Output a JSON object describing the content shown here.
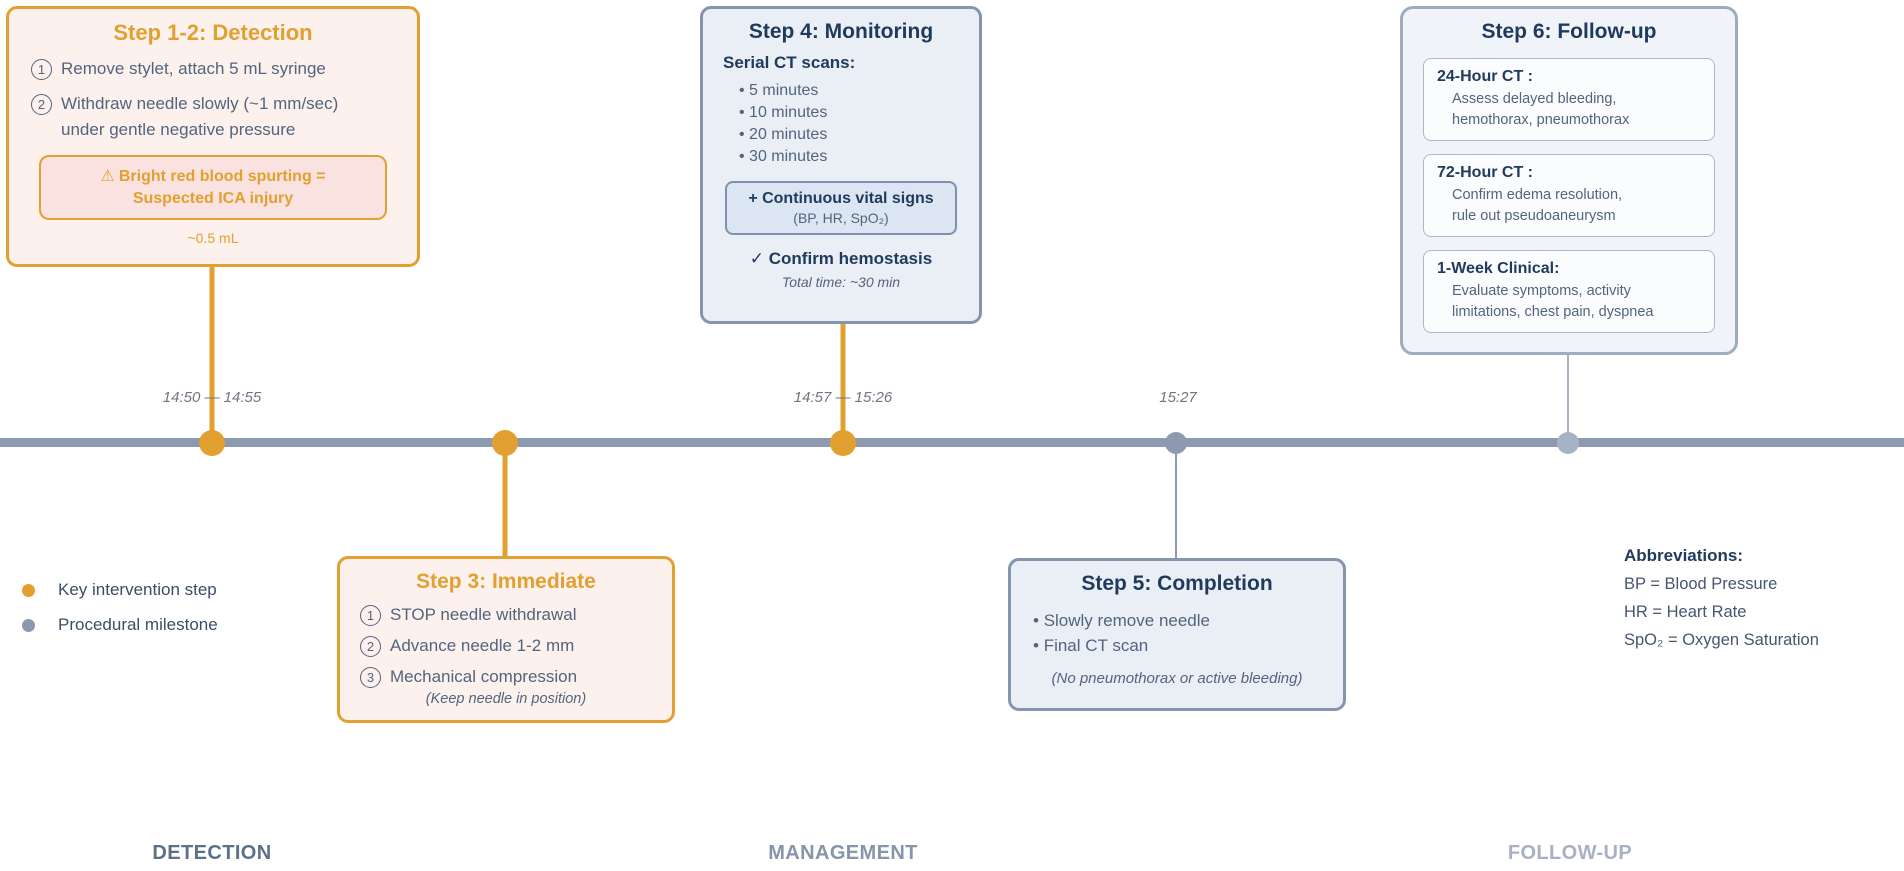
{
  "colors": {
    "accent_orange": "#E2A030",
    "orange_box_bg": "#FCF1ED",
    "warning_bg": "#F9E2DF",
    "navy_title": "#1F3A5C",
    "body_slate": "#53647E",
    "blue_box_border": "#8695AE",
    "blue_box_bg": "#EAEFF6",
    "timeline_gray": "#8C99B0",
    "milestone_light_gray": "#A6B2C5"
  },
  "step12": {
    "title": "Step 1-2: Detection",
    "items": [
      {
        "num": "1",
        "text": "Remove stylet, attach 5 mL syringe"
      },
      {
        "num": "2",
        "text": "Withdraw needle slowly (~1 mm/sec)",
        "cont": "under gentle negative pressure"
      }
    ],
    "warning": {
      "icon": "⚠",
      "line1": "Bright red blood spurting =",
      "line2": "Suspected ICA injury"
    },
    "note": "~0.5 mL"
  },
  "step3": {
    "title": "Step 3: Immediate",
    "items": [
      {
        "num": "1",
        "text": "STOP needle withdrawal"
      },
      {
        "num": "2",
        "text": "Advance needle 1-2 mm"
      },
      {
        "num": "3",
        "text": "Mechanical compression"
      }
    ],
    "note": "(Keep needle in position)"
  },
  "step4": {
    "title": "Step 4: Monitoring",
    "subtitle": "Serial CT scans:",
    "bullets": [
      "5 minutes",
      "10 minutes",
      "20 minutes",
      "30 minutes"
    ],
    "vitals": {
      "line1": "+ Continuous vital signs",
      "line2": "(BP, HR, SpO₂)"
    },
    "check": "✓",
    "confirm": "Confirm hemostasis",
    "total": "Total time: ~30 min"
  },
  "step5": {
    "title": "Step 5: Completion",
    "bullets": [
      "Slowly remove needle",
      "Final CT scan"
    ],
    "note": "(No pneumothorax or active bleeding)"
  },
  "step6": {
    "title": "Step 6: Follow-up",
    "cards": [
      {
        "heading": "24-Hour CT :",
        "line1": "Assess delayed bleeding,",
        "line2": "hemothorax, pneumothorax"
      },
      {
        "heading": "72-Hour CT :",
        "line1": "Confirm edema resolution,",
        "line2": "rule out pseudoaneurysm"
      },
      {
        "heading": "1-Week Clinical:",
        "line1": "Evaluate symptoms, activity",
        "line2": "limitations, chest pain, dyspnea"
      }
    ]
  },
  "timeline": {
    "timestamps": [
      "14:50 — 14:55",
      "14:57 — 15:26",
      "15:27"
    ]
  },
  "legend": {
    "items": [
      {
        "label": "Key intervention step"
      },
      {
        "label": "Procedural milestone"
      }
    ]
  },
  "abbreviations": {
    "title": "Abbreviations:",
    "items": [
      "BP = Blood Pressure",
      "HR = Heart Rate",
      "SpO₂ = Oxygen Saturation"
    ]
  },
  "phases": [
    "DETECTION",
    "MANAGEMENT",
    "FOLLOW-UP"
  ]
}
